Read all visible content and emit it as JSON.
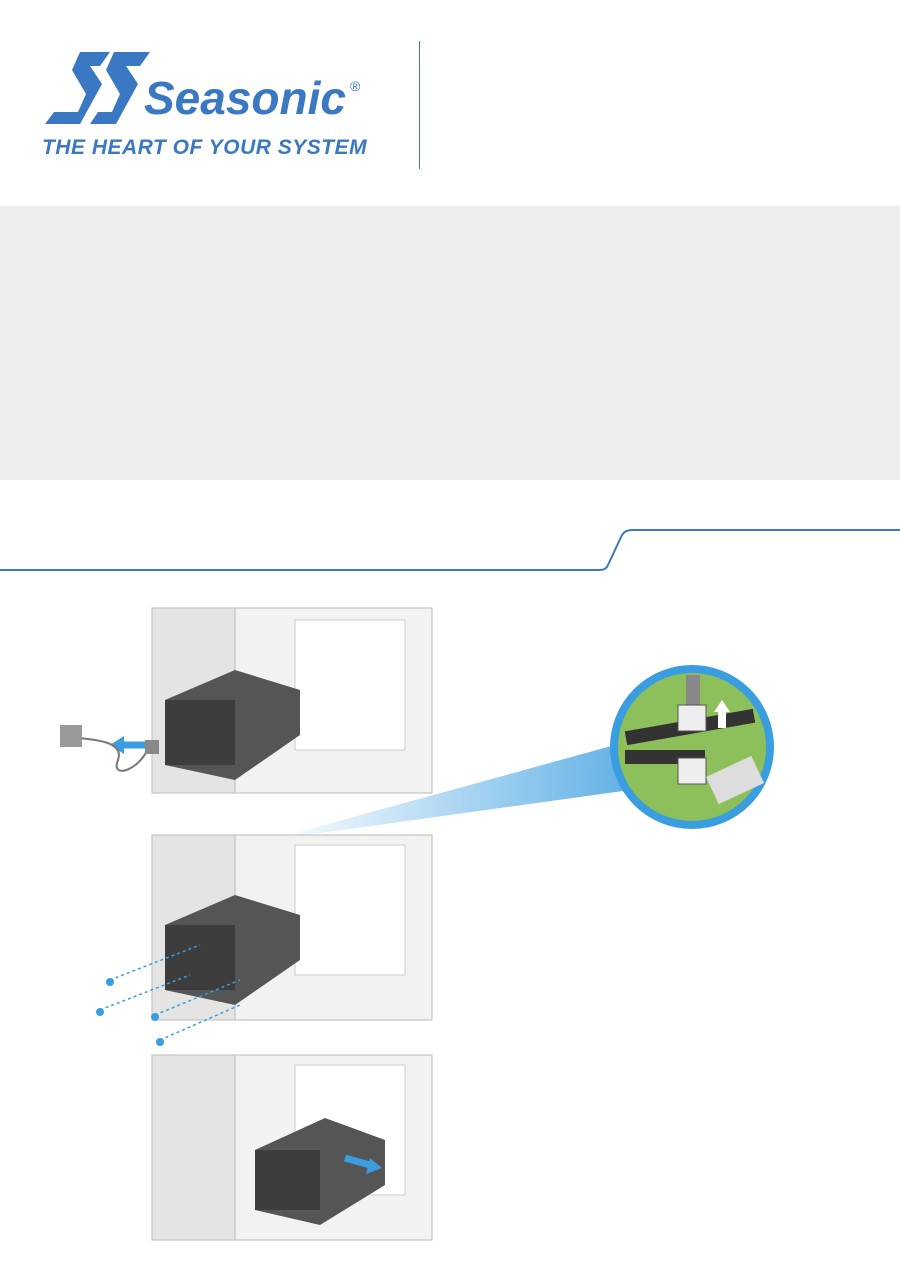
{
  "header": {
    "logo": {
      "brand": "Seasonic",
      "registered": "®",
      "tagline": "THE HEART OF YOUR SYSTEM"
    }
  },
  "colors": {
    "brand_blue": "#3a78c3",
    "band_gray": "#efeeec"
  },
  "illustrations": [
    "unplug-power-cord",
    "disconnect-motherboard-connector",
    "remove-psu-screws",
    "slide-out-psu"
  ]
}
